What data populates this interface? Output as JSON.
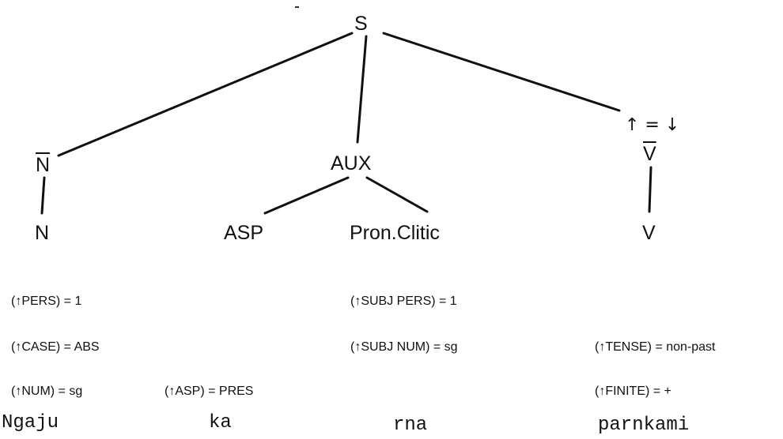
{
  "tree": {
    "root": "S",
    "n_bar": "N",
    "aux": "AUX",
    "v_bar": "V",
    "annotation": "↑ = ↓",
    "n": "N",
    "asp": "ASP",
    "pron_clitic": "Pron.Clitic",
    "v": "V"
  },
  "equations": {
    "n_pers": "(↑PERS) = 1",
    "n_case": "(↑CASE) = ABS",
    "n_num": "(↑NUM) = sg",
    "asp_asp": "(↑ASP) = PRES",
    "clitic_subj_pers": "(↑SUBJ PERS) = 1",
    "clitic_subj_num": "(↑SUBJ NUM) = sg",
    "v_tense": "(↑TENSE) = non-past",
    "v_finite": "(↑FINITE) = +"
  },
  "words": {
    "w1": "Ngaju",
    "w2": "ka",
    "w3": "rna",
    "w4": "parnkami"
  }
}
